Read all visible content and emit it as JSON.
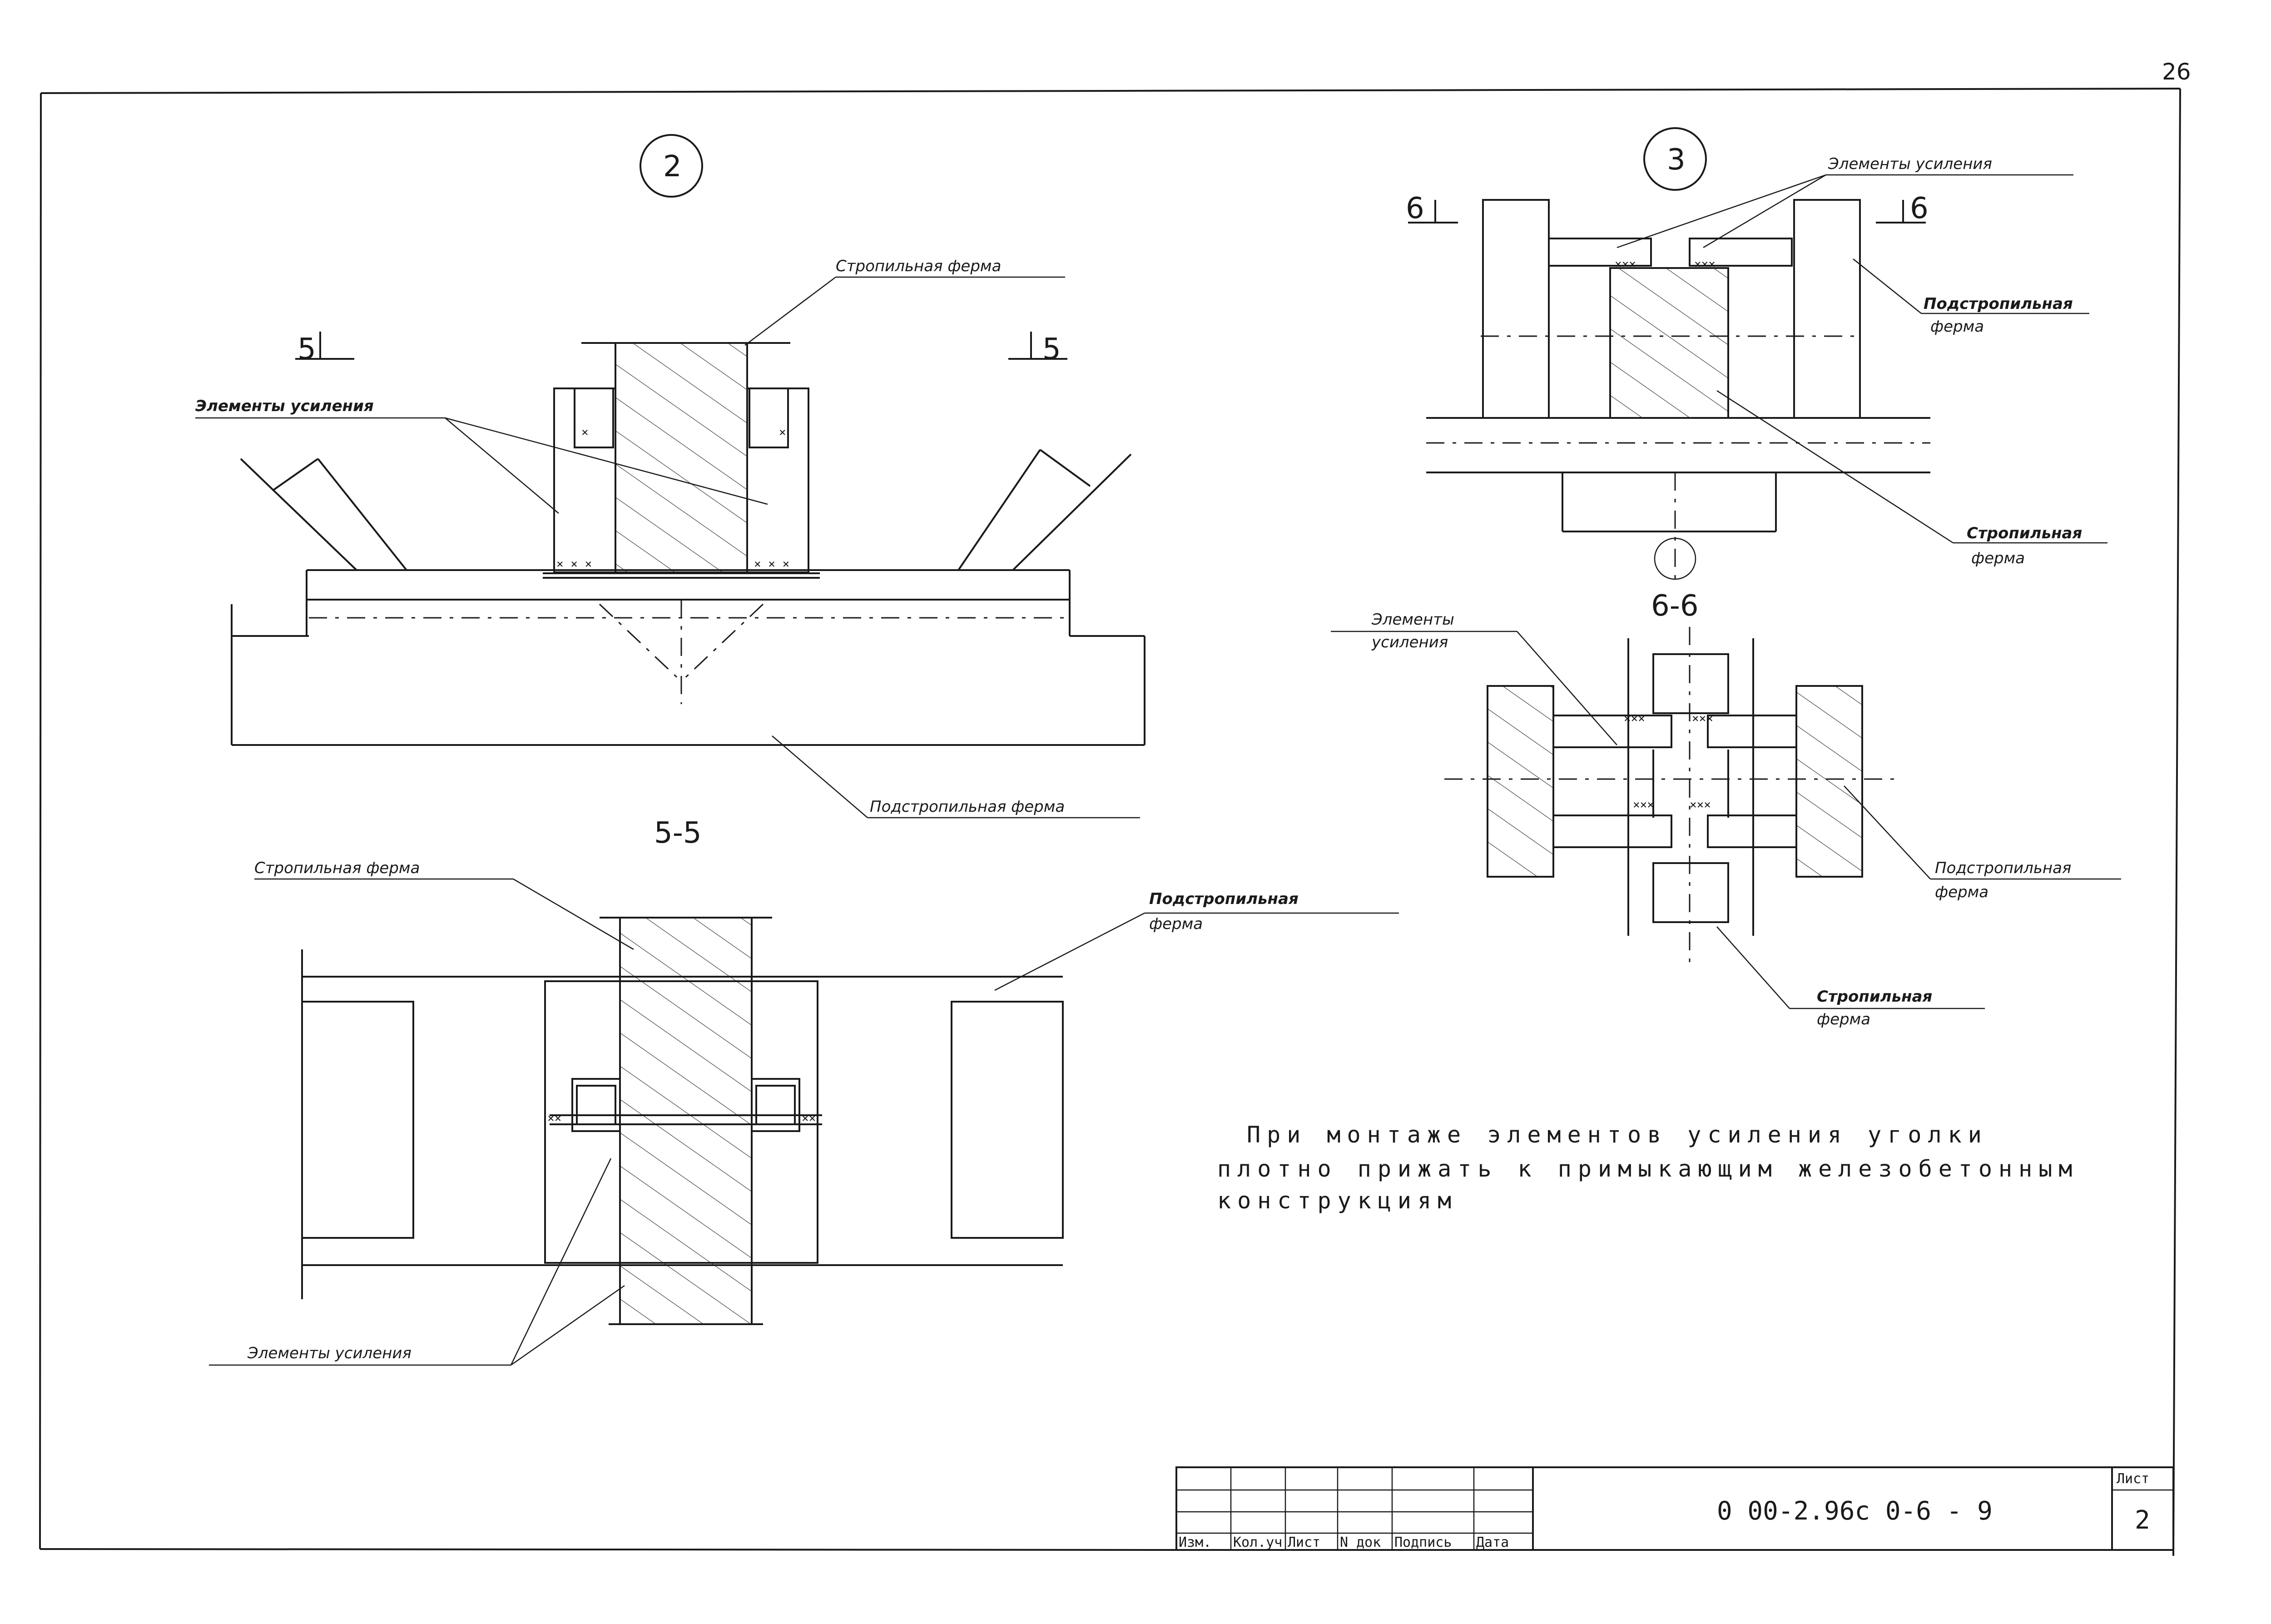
{
  "page_number": "26",
  "node2": {
    "marker": "2",
    "label_rafter": "Стропильная ферма",
    "label_reinf": "Элементы усиления",
    "label_subrafter": "Подстропильная ферма",
    "cut_left": "5",
    "cut_right": "5"
  },
  "node3": {
    "marker": "3",
    "label_reinf": "Элементы усиления",
    "label_subrafter_1": "Подстропильная",
    "label_subrafter_2": "ферма",
    "label_rafter_1": "Стропильная",
    "label_rafter_2": "ферма",
    "cut_left": "6",
    "cut_right": "6"
  },
  "section55": {
    "title": "5-5",
    "label_rafter": "Стропильная ферма",
    "label_subrafter_1": "Подстропильная",
    "label_subrafter_2": "ферма",
    "label_reinf": "Элементы усиления"
  },
  "section66": {
    "title": "6-6",
    "label_reinf_1": "Элементы",
    "label_reinf_2": "усиления",
    "label_subrafter_1": "Подстропильная",
    "label_subrafter_2": "ферма",
    "label_rafter_1": "Стропильная",
    "label_rafter_2": "ферма"
  },
  "note": {
    "line1": "При монтаже элементов усиления уголки",
    "line2": "плотно прижать к примыкающим железобетонным",
    "line3": "конструкциям"
  },
  "title_block": {
    "headers": [
      "Изм.",
      "Кол.уч",
      "Лист",
      "N док",
      "Подпись",
      "Дата"
    ],
    "code": "0 00-2.96с 0-6 - 9",
    "sheet_label": "Лист",
    "sheet_number": "2"
  }
}
